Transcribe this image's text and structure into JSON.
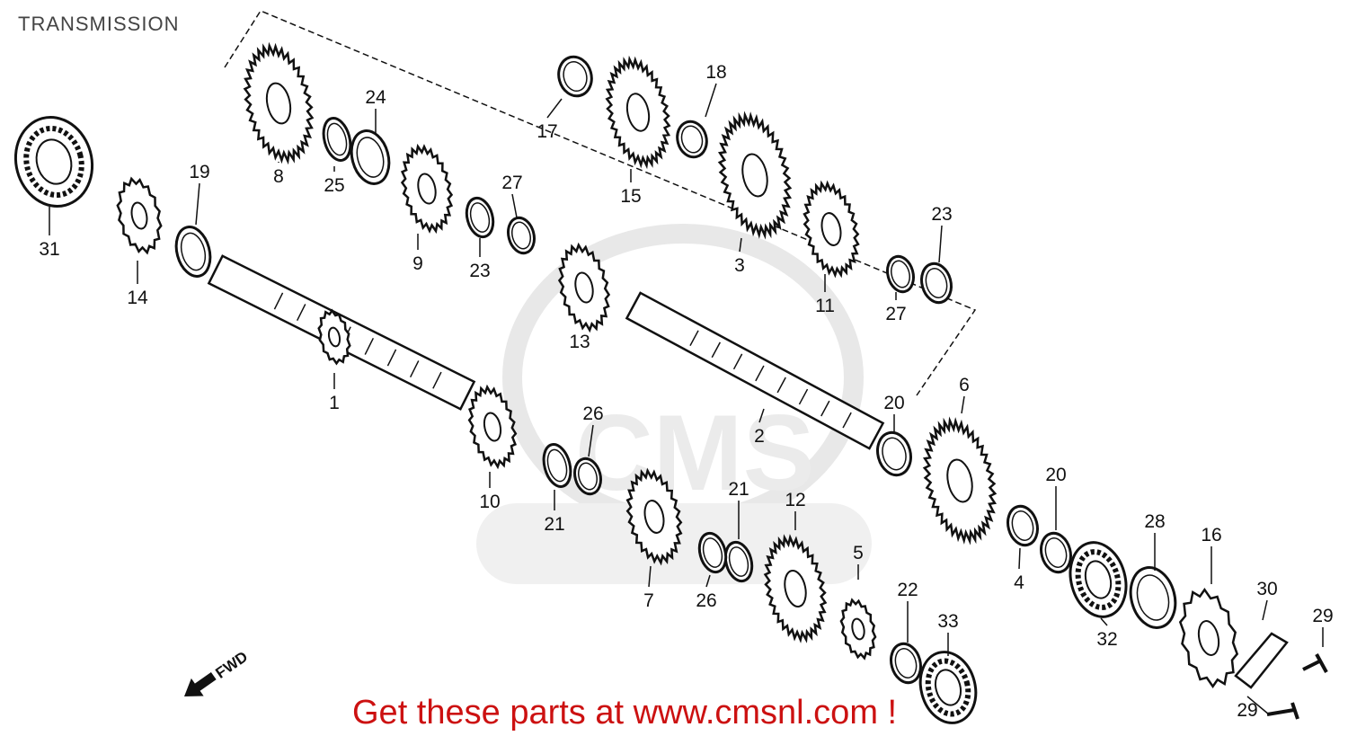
{
  "title": "TRANSMISSION",
  "footer": "Get these parts at www.cmsnl.com !",
  "watermark": "CMS",
  "fwd_label": "FWD",
  "colors": {
    "ink": "#111111",
    "footer": "#cc1111",
    "watermark": "#d8d8d8"
  },
  "callouts": [
    {
      "id": "1",
      "text": "1"
    },
    {
      "id": "2",
      "text": "2"
    },
    {
      "id": "3",
      "text": "3"
    },
    {
      "id": "4",
      "text": "4"
    },
    {
      "id": "5",
      "text": "5"
    },
    {
      "id": "6",
      "text": "6"
    },
    {
      "id": "7",
      "text": "7"
    },
    {
      "id": "8",
      "text": "8"
    },
    {
      "id": "9",
      "text": "9"
    },
    {
      "id": "10",
      "text": "10"
    },
    {
      "id": "11",
      "text": "11"
    },
    {
      "id": "12",
      "text": "12"
    },
    {
      "id": "13",
      "text": "13"
    },
    {
      "id": "14",
      "text": "14"
    },
    {
      "id": "15",
      "text": "15"
    },
    {
      "id": "16",
      "text": "16"
    },
    {
      "id": "17",
      "text": "17"
    },
    {
      "id": "18",
      "text": "18"
    },
    {
      "id": "19",
      "text": "19"
    },
    {
      "id": "20a",
      "text": "20"
    },
    {
      "id": "20b",
      "text": "20"
    },
    {
      "id": "21a",
      "text": "21"
    },
    {
      "id": "21b",
      "text": "21"
    },
    {
      "id": "22",
      "text": "22"
    },
    {
      "id": "23a",
      "text": "23"
    },
    {
      "id": "23b",
      "text": "23"
    },
    {
      "id": "24",
      "text": "24"
    },
    {
      "id": "25",
      "text": "25"
    },
    {
      "id": "26a",
      "text": "26"
    },
    {
      "id": "26b",
      "text": "26"
    },
    {
      "id": "27a",
      "text": "27"
    },
    {
      "id": "27b",
      "text": "27"
    },
    {
      "id": "28",
      "text": "28"
    },
    {
      "id": "29a",
      "text": "29"
    },
    {
      "id": "29b",
      "text": "29"
    },
    {
      "id": "30",
      "text": "30"
    },
    {
      "id": "31",
      "text": "31"
    },
    {
      "id": "32",
      "text": "32"
    },
    {
      "id": "33",
      "text": "33"
    }
  ]
}
